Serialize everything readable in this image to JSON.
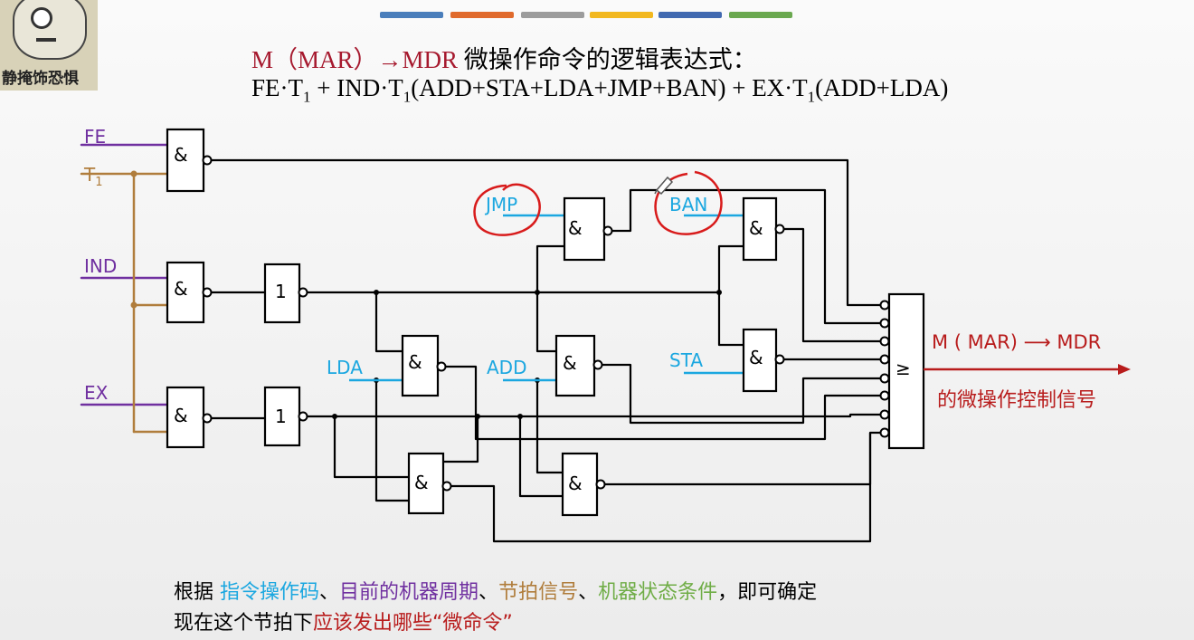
{
  "colors": {
    "top_bars": [
      "#4a7ebb",
      "#e06a2c",
      "#9c9c9c",
      "#f2b81f",
      "#4169b0",
      "#6aa84f"
    ],
    "purple": "#7030a0",
    "brown": "#b07d3c",
    "cyan": "#1ba7e0",
    "red": "#b81c1c",
    "dark_red": "#a6192e",
    "green": "#70ad47",
    "wire": "#000000"
  },
  "thumbnail": {
    "caption": "静掩饰恐惧"
  },
  "title": {
    "prefix": "M（MAR）→MDR",
    "suffix": " 微操作命令的逻辑表达式："
  },
  "formula": {
    "part1": "FE·T",
    "part2": " + IND·T",
    "part3": "(ADD+STA+LDA+JMP+BAN) + EX·T",
    "part4": "(ADD+LDA)",
    "sub": "1"
  },
  "inputs": {
    "fe": "FE",
    "t1": "T",
    "t1_sub": "1",
    "ind": "IND",
    "ex": "EX"
  },
  "signals": {
    "jmp": "JMP",
    "ban": "BAN",
    "lda": "LDA",
    "add": "ADD",
    "sta": "STA"
  },
  "gates": {
    "and_symbol": "&",
    "not_symbol": "1",
    "or_symbol": "≥"
  },
  "output": {
    "line1": "M ( MAR)  ⟶  MDR",
    "line2": "的微操作控制信号"
  },
  "note": {
    "l1_a": "根据 ",
    "l1_b": "指令操作码",
    "l1_c": "、",
    "l1_d": "目前的机器周期",
    "l1_e": "、",
    "l1_f": "节拍信号",
    "l1_g": "、",
    "l1_h": "机器状态条件",
    "l1_i": "，即可确定",
    "l2_a": "现在这个节拍下",
    "l2_b": "应该发出哪些“微命令”"
  }
}
